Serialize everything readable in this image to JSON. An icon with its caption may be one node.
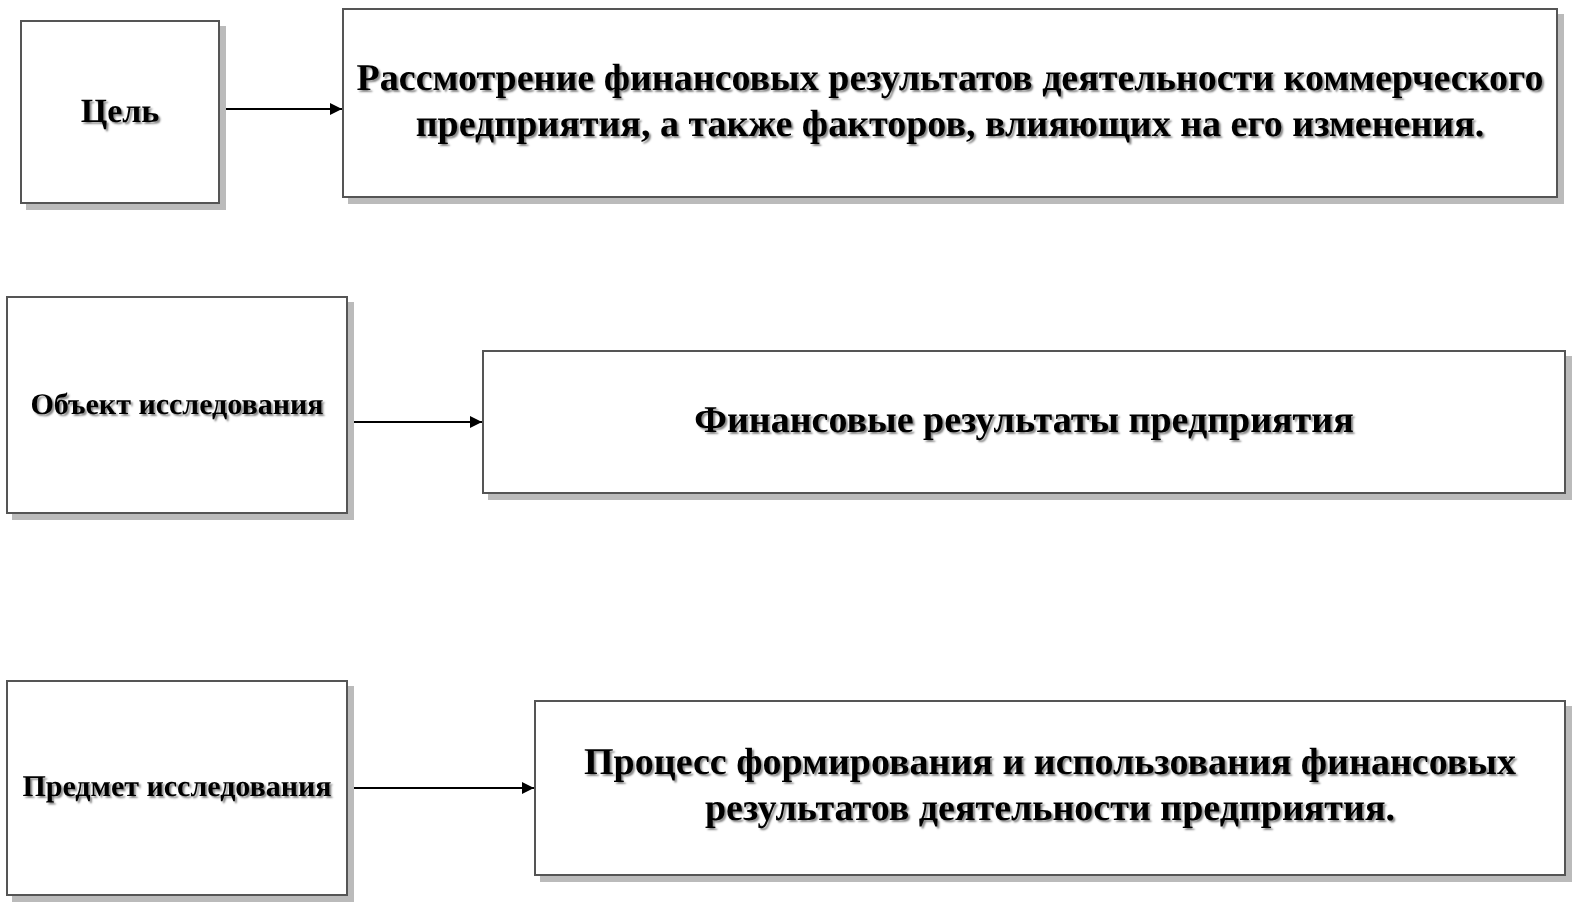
{
  "diagram": {
    "nodes": [
      {
        "text": [
          "Цель"
        ]
      },
      {
        "text": [
          "Рассмотрение финансовых результатов деятельности коммерческого предприятия, а также факторов, влияющих на его изменения."
        ]
      },
      {
        "text": [
          "Объект исследования"
        ]
      },
      {
        "text": [
          "Финансовые результаты предприятия"
        ]
      },
      {
        "text": [
          "Предмет исследования"
        ]
      },
      {
        "text": [
          "Процесс формирования и использования финансовых результатов деятельности предприятия."
        ]
      }
    ],
    "edges": [
      {
        "from": 0,
        "to": 1,
        "arrow": "to"
      },
      {
        "from": 2,
        "to": 3,
        "arrow": "to"
      },
      {
        "from": 4,
        "to": 5,
        "arrow": "to"
      }
    ]
  }
}
